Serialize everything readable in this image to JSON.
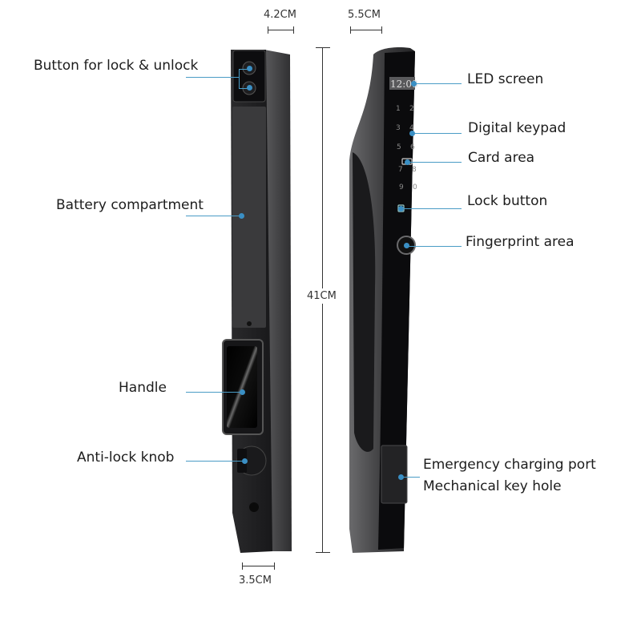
{
  "dimensions": {
    "left_width": "4.2CM",
    "right_width": "5.5CM",
    "height": "41CM",
    "bottom_width": "3.5CM"
  },
  "left_labels": {
    "button": "Button for lock & unlock",
    "battery": "Battery compartment",
    "handle": "Handle",
    "knob": "Anti-lock knob"
  },
  "right_labels": {
    "led": "LED screen",
    "keypad": "Digital keypad",
    "card": "Card area",
    "lock_button": "Lock button",
    "fingerprint": "Fingerprint area",
    "emergency_line1": "Emergency charging port",
    "emergency_line2": "Mechanical key hole"
  },
  "screen_time": "12:08",
  "keypad_keys": [
    "1",
    "2",
    "3",
    "4",
    "5",
    "6",
    "7",
    "8",
    "9",
    "0"
  ],
  "colors": {
    "leader": "#4a9cc6",
    "body": "#3a3a3c",
    "panel": "#0c0c0e"
  }
}
